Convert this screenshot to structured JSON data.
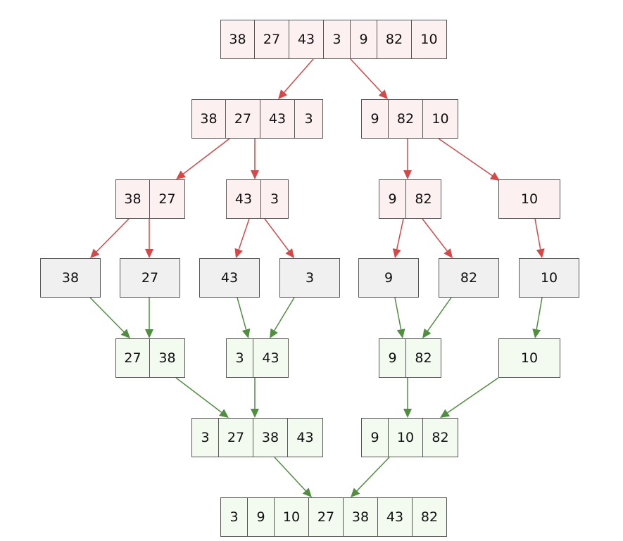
{
  "title": "Merge sort diagram",
  "colors": {
    "split": "#fdf0f1",
    "single": "#f0f0f0",
    "merged": "#f3fbf1",
    "split_edge": "#d64848",
    "merge_edge": "#4f8f3f",
    "border": "#555555"
  },
  "nodes": [
    {
      "id": "n0",
      "state": "split",
      "values": [
        "38",
        "27",
        "43",
        "3",
        "9",
        "82",
        "10"
      ]
    },
    {
      "id": "n1",
      "state": "split",
      "values": [
        "38",
        "27",
        "43",
        "3"
      ]
    },
    {
      "id": "n2",
      "state": "split",
      "values": [
        "9",
        "82",
        "10"
      ]
    },
    {
      "id": "n3",
      "state": "split",
      "values": [
        "38",
        "27"
      ]
    },
    {
      "id": "n4",
      "state": "split",
      "values": [
        "43",
        "3"
      ]
    },
    {
      "id": "n5",
      "state": "split",
      "values": [
        "9",
        "82"
      ]
    },
    {
      "id": "n6",
      "state": "split",
      "values": [
        "10"
      ]
    },
    {
      "id": "n7",
      "state": "single",
      "values": [
        "38"
      ]
    },
    {
      "id": "n8",
      "state": "single",
      "values": [
        "27"
      ]
    },
    {
      "id": "n9",
      "state": "single",
      "values": [
        "43"
      ]
    },
    {
      "id": "n10",
      "state": "single",
      "values": [
        "3"
      ]
    },
    {
      "id": "n11",
      "state": "single",
      "values": [
        "9"
      ]
    },
    {
      "id": "n12",
      "state": "single",
      "values": [
        "82"
      ]
    },
    {
      "id": "n13",
      "state": "single",
      "values": [
        "10"
      ]
    },
    {
      "id": "n14",
      "state": "merged",
      "values": [
        "27",
        "38"
      ]
    },
    {
      "id": "n15",
      "state": "merged",
      "values": [
        "3",
        "43"
      ]
    },
    {
      "id": "n16",
      "state": "merged",
      "values": [
        "9",
        "82"
      ]
    },
    {
      "id": "n17",
      "state": "merged",
      "values": [
        "10"
      ]
    },
    {
      "id": "n18",
      "state": "merged",
      "values": [
        "3",
        "27",
        "38",
        "43"
      ]
    },
    {
      "id": "n19",
      "state": "merged",
      "values": [
        "9",
        "10",
        "82"
      ]
    },
    {
      "id": "n20",
      "state": "merged",
      "values": [
        "3",
        "9",
        "10",
        "27",
        "38",
        "43",
        "82"
      ]
    }
  ],
  "edges": [
    {
      "from": "n0",
      "to": "n1",
      "kind": "split"
    },
    {
      "from": "n0",
      "to": "n2",
      "kind": "split"
    },
    {
      "from": "n1",
      "to": "n3",
      "kind": "split"
    },
    {
      "from": "n1",
      "to": "n4",
      "kind": "split"
    },
    {
      "from": "n2",
      "to": "n5",
      "kind": "split"
    },
    {
      "from": "n2",
      "to": "n6",
      "kind": "split"
    },
    {
      "from": "n3",
      "to": "n7",
      "kind": "split"
    },
    {
      "from": "n3",
      "to": "n8",
      "kind": "split"
    },
    {
      "from": "n4",
      "to": "n9",
      "kind": "split"
    },
    {
      "from": "n4",
      "to": "n10",
      "kind": "split"
    },
    {
      "from": "n5",
      "to": "n11",
      "kind": "split"
    },
    {
      "from": "n5",
      "to": "n12",
      "kind": "split"
    },
    {
      "from": "n6",
      "to": "n13",
      "kind": "split"
    },
    {
      "from": "n7",
      "to": "n14",
      "kind": "merge"
    },
    {
      "from": "n8",
      "to": "n14",
      "kind": "merge"
    },
    {
      "from": "n9",
      "to": "n15",
      "kind": "merge"
    },
    {
      "from": "n10",
      "to": "n15",
      "kind": "merge"
    },
    {
      "from": "n11",
      "to": "n16",
      "kind": "merge"
    },
    {
      "from": "n12",
      "to": "n16",
      "kind": "merge"
    },
    {
      "from": "n13",
      "to": "n17",
      "kind": "merge"
    },
    {
      "from": "n14",
      "to": "n18",
      "kind": "merge"
    },
    {
      "from": "n15",
      "to": "n18",
      "kind": "merge"
    },
    {
      "from": "n16",
      "to": "n19",
      "kind": "merge"
    },
    {
      "from": "n17",
      "to": "n19",
      "kind": "merge"
    },
    {
      "from": "n18",
      "to": "n20",
      "kind": "merge"
    },
    {
      "from": "n19",
      "to": "n20",
      "kind": "merge"
    }
  ]
}
